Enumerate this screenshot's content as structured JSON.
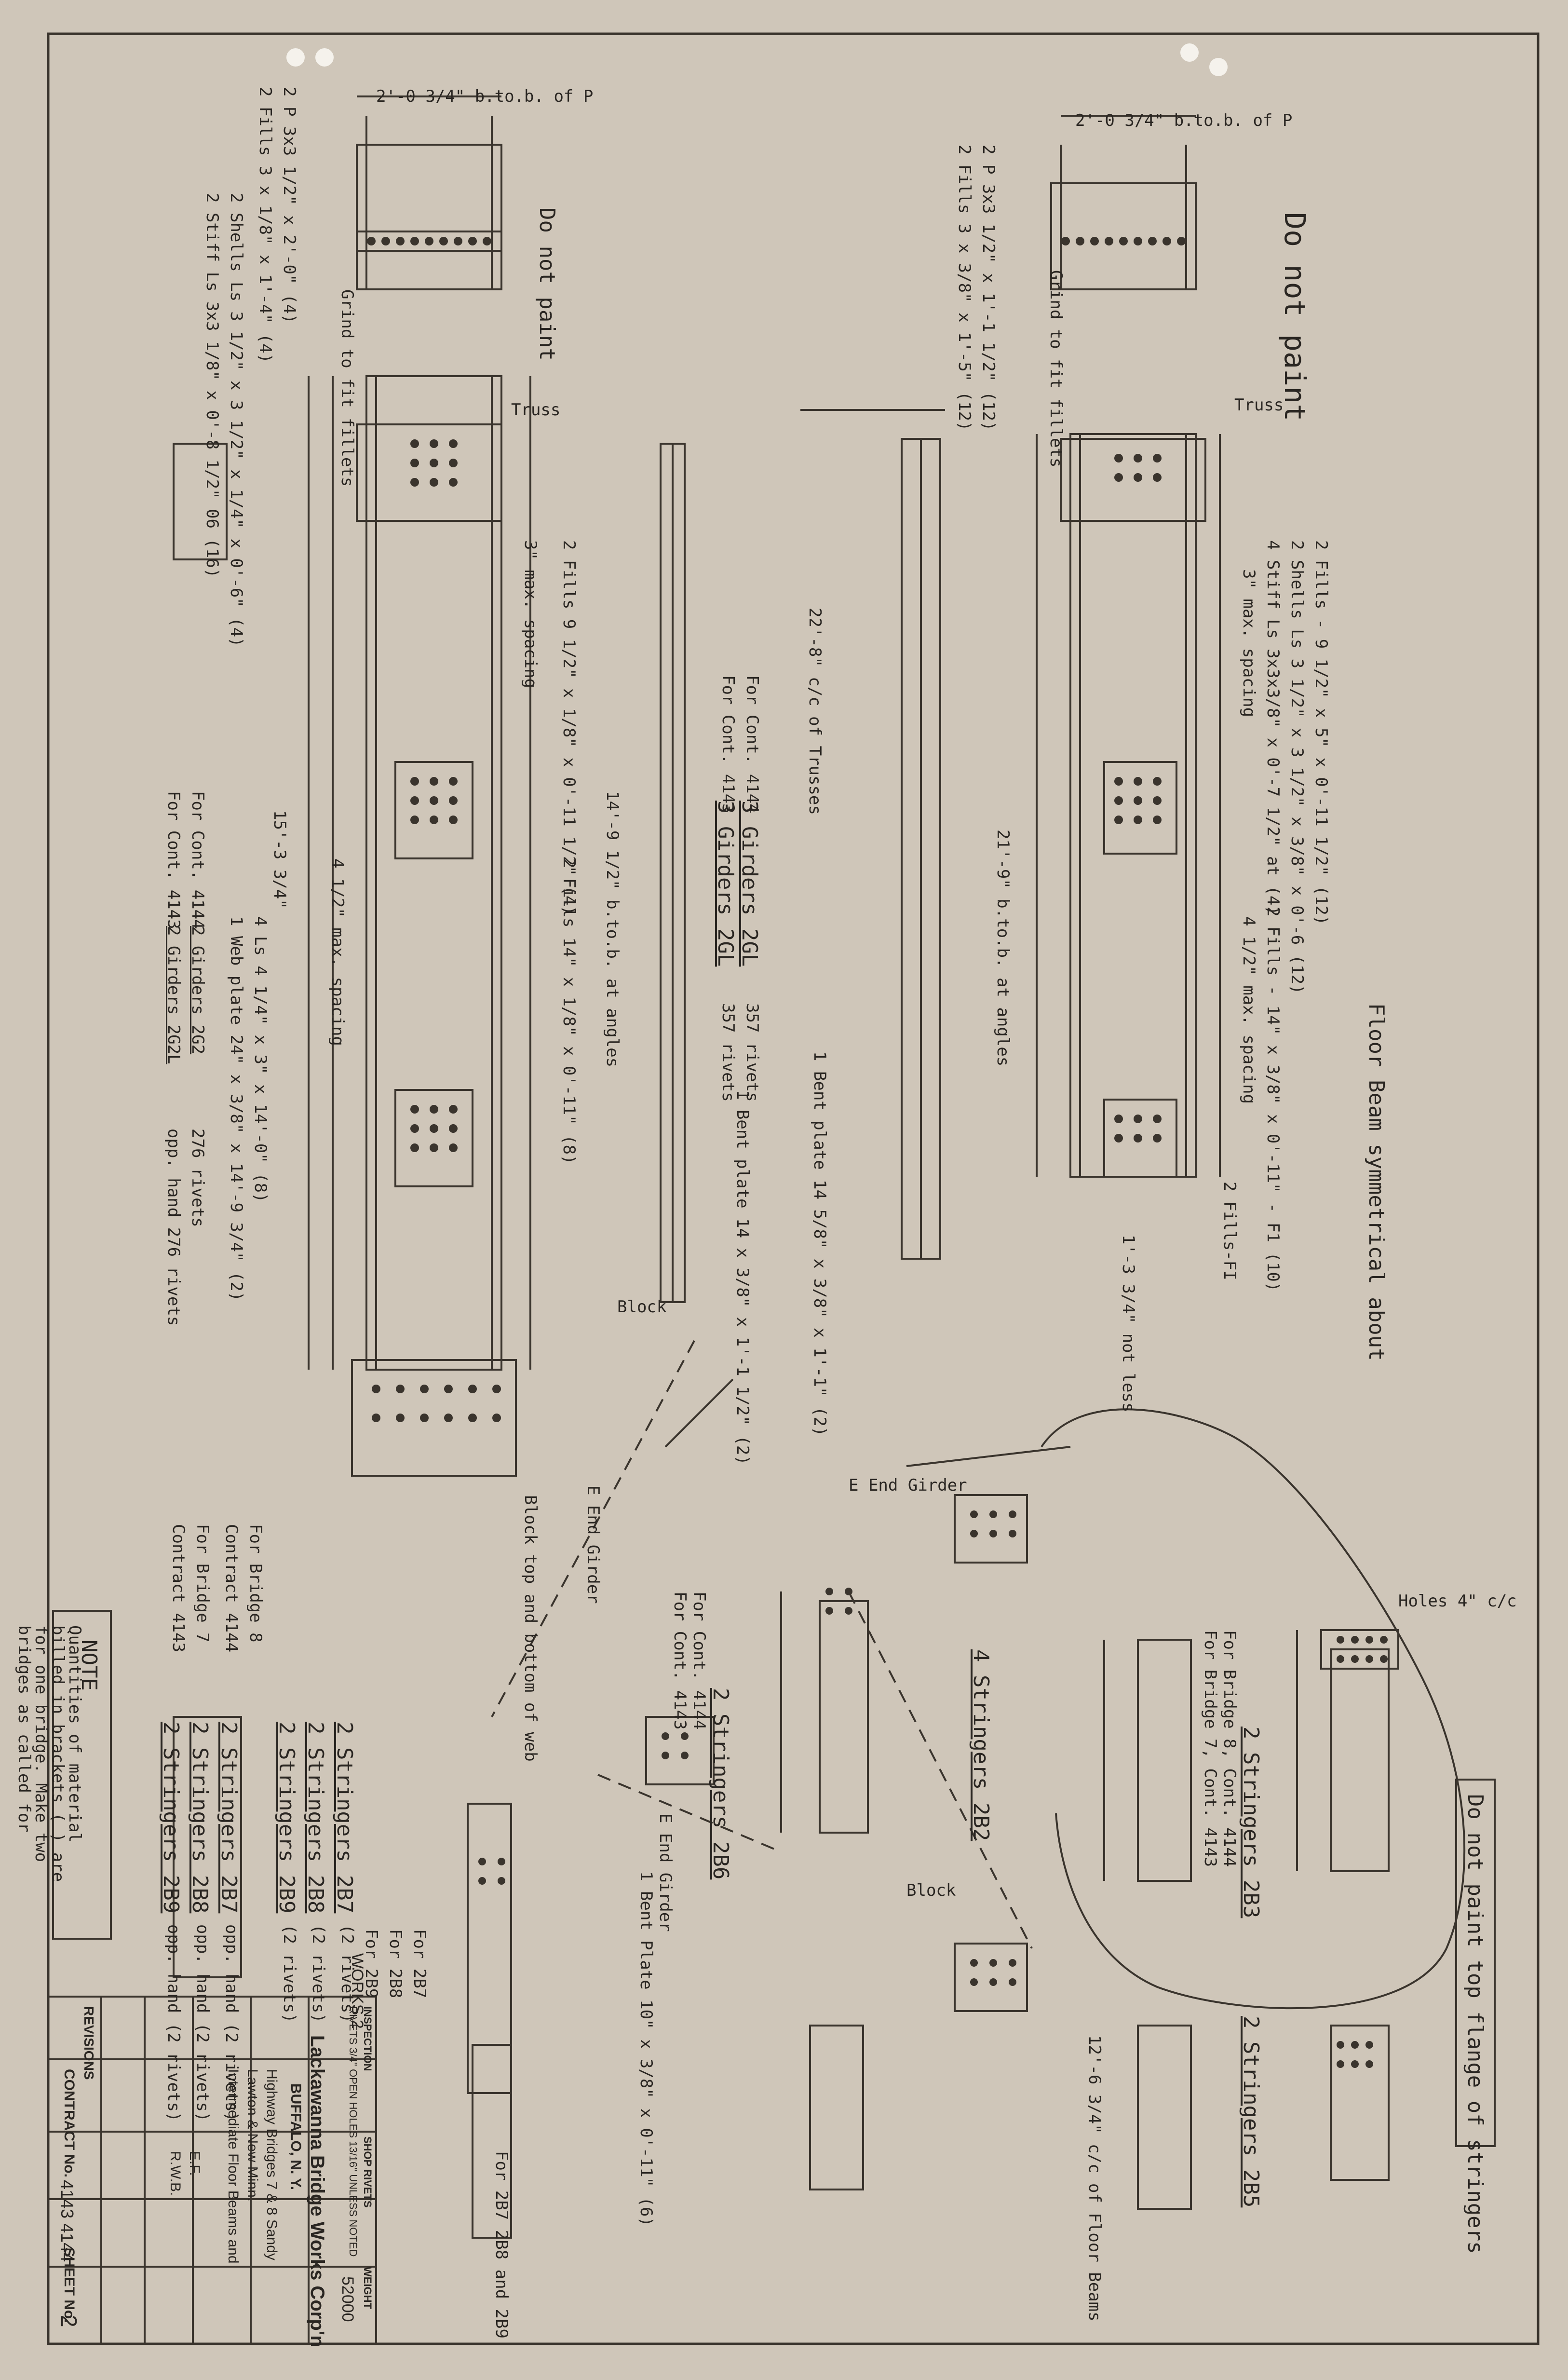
{
  "title_block": {
    "company": "Lackawanna Bridge Works Corp'n",
    "city": "BUFFALO, N. Y.",
    "inspection_label": "INSPECTION",
    "shop_rivets_label": "SHOP RIVETS",
    "weight_label": "WEIGHT",
    "weight_value": "52000",
    "rivets_note": "RIVETS 3/4\" OPEN HOLES 13/16\" UNLESS NOTED",
    "contract_label": "CONTRACT No.",
    "contract_number": "4143 4144",
    "sheet_label": "SHEET No.",
    "sheet_number": "2",
    "revisions_label": "REVISIONS",
    "structure": "Highway Bridges 7 & 8 Sandy",
    "location": "Lawton & New Minn.",
    "details": "Intermediate Floor Beams and",
    "drawn_by": "E.F.",
    "checked_by": "R.W.B.",
    "side_note": "WORKS 2"
  },
  "note": {
    "heading": "NOTE",
    "body": [
      "Quantities of material",
      "billed in brackets ( ) are",
      "for one bridge. Make two",
      "bridges as called for"
    ]
  },
  "upper_left": {
    "dim_top": "2'-0 3/4\" b.to.b. of P",
    "label_grind": "Grind to fit fillets",
    "label_truss": "Truss",
    "label_do_not_paint": "Do not paint",
    "bill_1": "2 P 3x3 1/2\" x 2'-0\" (4)",
    "bill_2": "2 Fills 3 x 1/8\" x 1'-4\" (4)",
    "bill_3": "2 Shells Ls 3 1/2\" x 3 1/2\" x 1/4\" x 0'-6\" (4)",
    "bill_4": "2 Stiff Ls 3x3 1/8\" x 0'-8 1/2\" 06 (16)",
    "spacing_3": "3\" max. spacing",
    "spacing_4": "4 1/2\" max. spacing",
    "fills_a": "2 Fills 9 1/2\" x 1/8\" x 0'-11 1/2\" (4)",
    "fills_b": "2 Fills 14\" x 1/8\" x 0'-11\" (8)",
    "angle_dim": "14'-9 1/2\" b.to.b. at angles",
    "dim_15": "15'-3 3/4\"",
    "web_bill": "4 Ls 4 1/4\" x 3\" x 14'-0\" (8)",
    "web_plate": "1 Web plate 24\" x 3/8\" x 14'-9 3/4\" (2)",
    "for_cont_4144": "For Cont. 4144",
    "for_cont_4143": "For Cont. 4143",
    "girders_2g2": "2 Girders 2G2",
    "girders_2g2l": "2 Girders 2G2L",
    "rivets_276": "276 rivets",
    "rivets_276b": "opp. hand 276 rivets"
  },
  "center": {
    "trusses": "22'-8\" c/c of Trusses",
    "girders_3g": "3 Girders 2GL",
    "girders_3gl": "3 Girders 2GL",
    "rivets_357": "357 rivets",
    "rivets_357b": "357 rivets",
    "bent_plate_a": "1 Bent plate 14 5/8\" x 3/8\" x 1'-1\" (2)",
    "bent_plate_b": "1 Bent plate 14 x 3/8\" x 1'-1 1/2\" (2)",
    "block": "Block",
    "block_top": "Block top and bottom of web",
    "end_girder": "E End Girder"
  },
  "upper_right": {
    "dim_top": "2'-0 3/4\" b.to.b. of P",
    "do_not_paint": "Do not paint",
    "truss": "Truss",
    "grind": "Grind to fit fillets",
    "bill_1": "2 P 3x3 1/2\" x 1'-1 1/2\" (12)",
    "bill_2": "2 Fills 3 x 3/8\" x 1'-5\" (12)",
    "fills_c": "2 Fills - 9 1/2\" x 5\" x 0'-11 1/2\" (12)",
    "shells": "2 Shells Ls 3 1/2\" x 3 1/2\" x 3/8\" x 0'-6 (12)",
    "stiff": "4 Stiff Ls 3x3x3/8\" x 0'-7 1/2\" at (4)",
    "spacing_3": "3\" max. spacing",
    "spacing_4": "4 1/2\" max. spacing",
    "fills_d": "2 Fills - 14\" x 3/8\" x 0'-11\" - F1 (10)",
    "web_angles": "21'-9\" b.to.b. at angles",
    "floor_beam": "Floor Beam symmetrical about",
    "fills_fi": "2 Fills-FI",
    "not_less": "1'-3 3/4\" not less"
  },
  "lower_left": {
    "for_bridge_8": "For Bridge 8",
    "contract_4144": "Contract 4144",
    "for_bridge_7": "For Bridge 7",
    "contract_4143": "Contract 4143",
    "stringers": [
      {
        "label": "2 Stringers 2B7",
        "note": "(2 rivets)"
      },
      {
        "label": "2 Stringers 2B8",
        "note": "(2 rivets)"
      },
      {
        "label": "2 Stringers 2B9",
        "note": "(2 rivets)"
      },
      {
        "label": "2 Stringers 2B7",
        "note": "opp. hand (2 rivets)"
      },
      {
        "label": "2 Stringers 2B8",
        "note": "opp. hand (2 rivets)"
      },
      {
        "label": "2 Stringers 2B9",
        "note": "opp. hand (2 rivets)"
      }
    ],
    "for_2b7": "For 2B7",
    "for_2b8": "For 2B8",
    "for_2b9": "For 2B9",
    "for_2b7_2b8_2b9": "For 2B7 2B8 and 2B9",
    "end_girder": "E End Girder",
    "bent_plate": "1 Bent Plate 10\" x 3/8\" x 0'-11\" (6)"
  },
  "lower_center": {
    "end_girder": "E End Girder",
    "stringers_4": "4 Stringers 2B2",
    "stringers_2b6": "2 Stringers 2B6",
    "for_cont_4144": "For Cont. 4144",
    "for_cont_4143": "For Cont. 4143",
    "block": "Block"
  },
  "lower_right": {
    "holes": "Holes 4\" c/c",
    "do_not_paint_top": "Do not paint top flange of stringers",
    "stringers_2b3": "2 Stringers 2B3",
    "stringers_2b5": "2 Stringers 2B5",
    "floor_beams": "12'-6 3/4\" c/c of Floor Beams",
    "for_bridge_8": "For Bridge 8, Cont. 4144",
    "for_bridge_7": "For Bridge 7, Cont. 4143"
  }
}
